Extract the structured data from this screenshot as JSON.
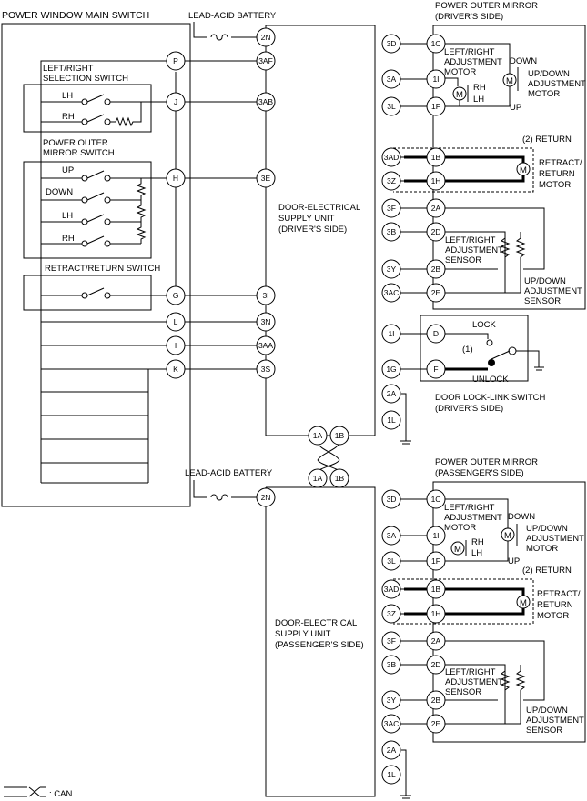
{
  "main_switch": {
    "title": "POWER WINDOW MAIN SWITCH",
    "lr_selection_title_1": "LEFT/RIGHT",
    "lr_selection_title_2": "SELECTION SWITCH",
    "mirror_switch_title_1": "POWER OUTER",
    "mirror_switch_title_2": "MIRROR SWITCH",
    "retract_switch_title": "RETRACT/RETURN SWITCH",
    "lh": "LH",
    "rh": "RH",
    "up": "UP",
    "down": "DOWN",
    "pins": [
      "P",
      "J",
      "H",
      "G",
      "L",
      "I",
      "K"
    ]
  },
  "battery_label": "LEAD-ACID BATTERY",
  "driver_unit": {
    "title_1": "DOOR-ELECTRICAL",
    "title_2": "SUPPLY UNIT",
    "title_3": "(DRIVER'S SIDE)",
    "left_pins": [
      "2N",
      "3AF",
      "3AB",
      "3E",
      "3I",
      "3N",
      "3AA",
      "3S"
    ],
    "right_pins": [
      "3D",
      "3A",
      "3L",
      "3AD",
      "3Z",
      "3F",
      "3B",
      "3Y",
      "3AC",
      "1I",
      "1G",
      "2A",
      "1L"
    ]
  },
  "passenger_unit": {
    "title_1": "DOOR-ELECTRICAL",
    "title_2": "SUPPLY UNIT",
    "title_3": "(PASSENGER'S SIDE)",
    "left_pins": [
      "2N"
    ],
    "right_pins": [
      "3D",
      "3A",
      "3L",
      "3AD",
      "3Z",
      "3F",
      "3B",
      "3Y",
      "3AC",
      "2A",
      "1L"
    ]
  },
  "can_pins": [
    "1A",
    "1B"
  ],
  "driver_mirror": {
    "title_1": "POWER OUTER MIRROR",
    "title_2": "(DRIVER'S SIDE)",
    "pins": [
      "1C",
      "1I",
      "1F",
      "1B",
      "1H",
      "2A",
      "2D",
      "2B",
      "2E"
    ]
  },
  "passenger_mirror": {
    "title_1": "POWER OUTER MIRROR",
    "title_2": "(PASSENGER'S SIDE)",
    "pins": [
      "1C",
      "1I",
      "1F",
      "1B",
      "1H",
      "2A",
      "2D",
      "2B",
      "2E"
    ]
  },
  "mirror_labels": {
    "lr_motor_1": "LEFT/RIGHT",
    "lr_motor_2": "ADJUSTMENT",
    "lr_motor_3": "MOTOR",
    "down": "DOWN",
    "up": "UP",
    "ud_motor_1": "UP/DOWN",
    "ud_motor_2": "ADJUSTMENT",
    "ud_motor_3": "MOTOR",
    "rh": "RH",
    "lh": "LH",
    "motor_symbol": "M",
    "return_label": "(2) RETURN",
    "retract_motor_1": "RETRACT/",
    "retract_motor_2": "RETURN",
    "retract_motor_3": "MOTOR",
    "lr_sensor_1": "LEFT/RIGHT",
    "lr_sensor_2": "ADJUSTMENT",
    "lr_sensor_3": "SENSOR",
    "ud_sensor_1": "UP/DOWN",
    "ud_sensor_2": "ADJUSTMENT",
    "ud_sensor_3": "SENSOR"
  },
  "lock_link": {
    "pins": [
      "D",
      "F"
    ],
    "lock": "LOCK",
    "unlock": "UNLOCK",
    "marker": "(1)",
    "title_1": "DOOR LOCK-LINK SWITCH",
    "title_2": "(DRIVER'S SIDE)"
  },
  "legend": {
    "can": ": CAN"
  }
}
